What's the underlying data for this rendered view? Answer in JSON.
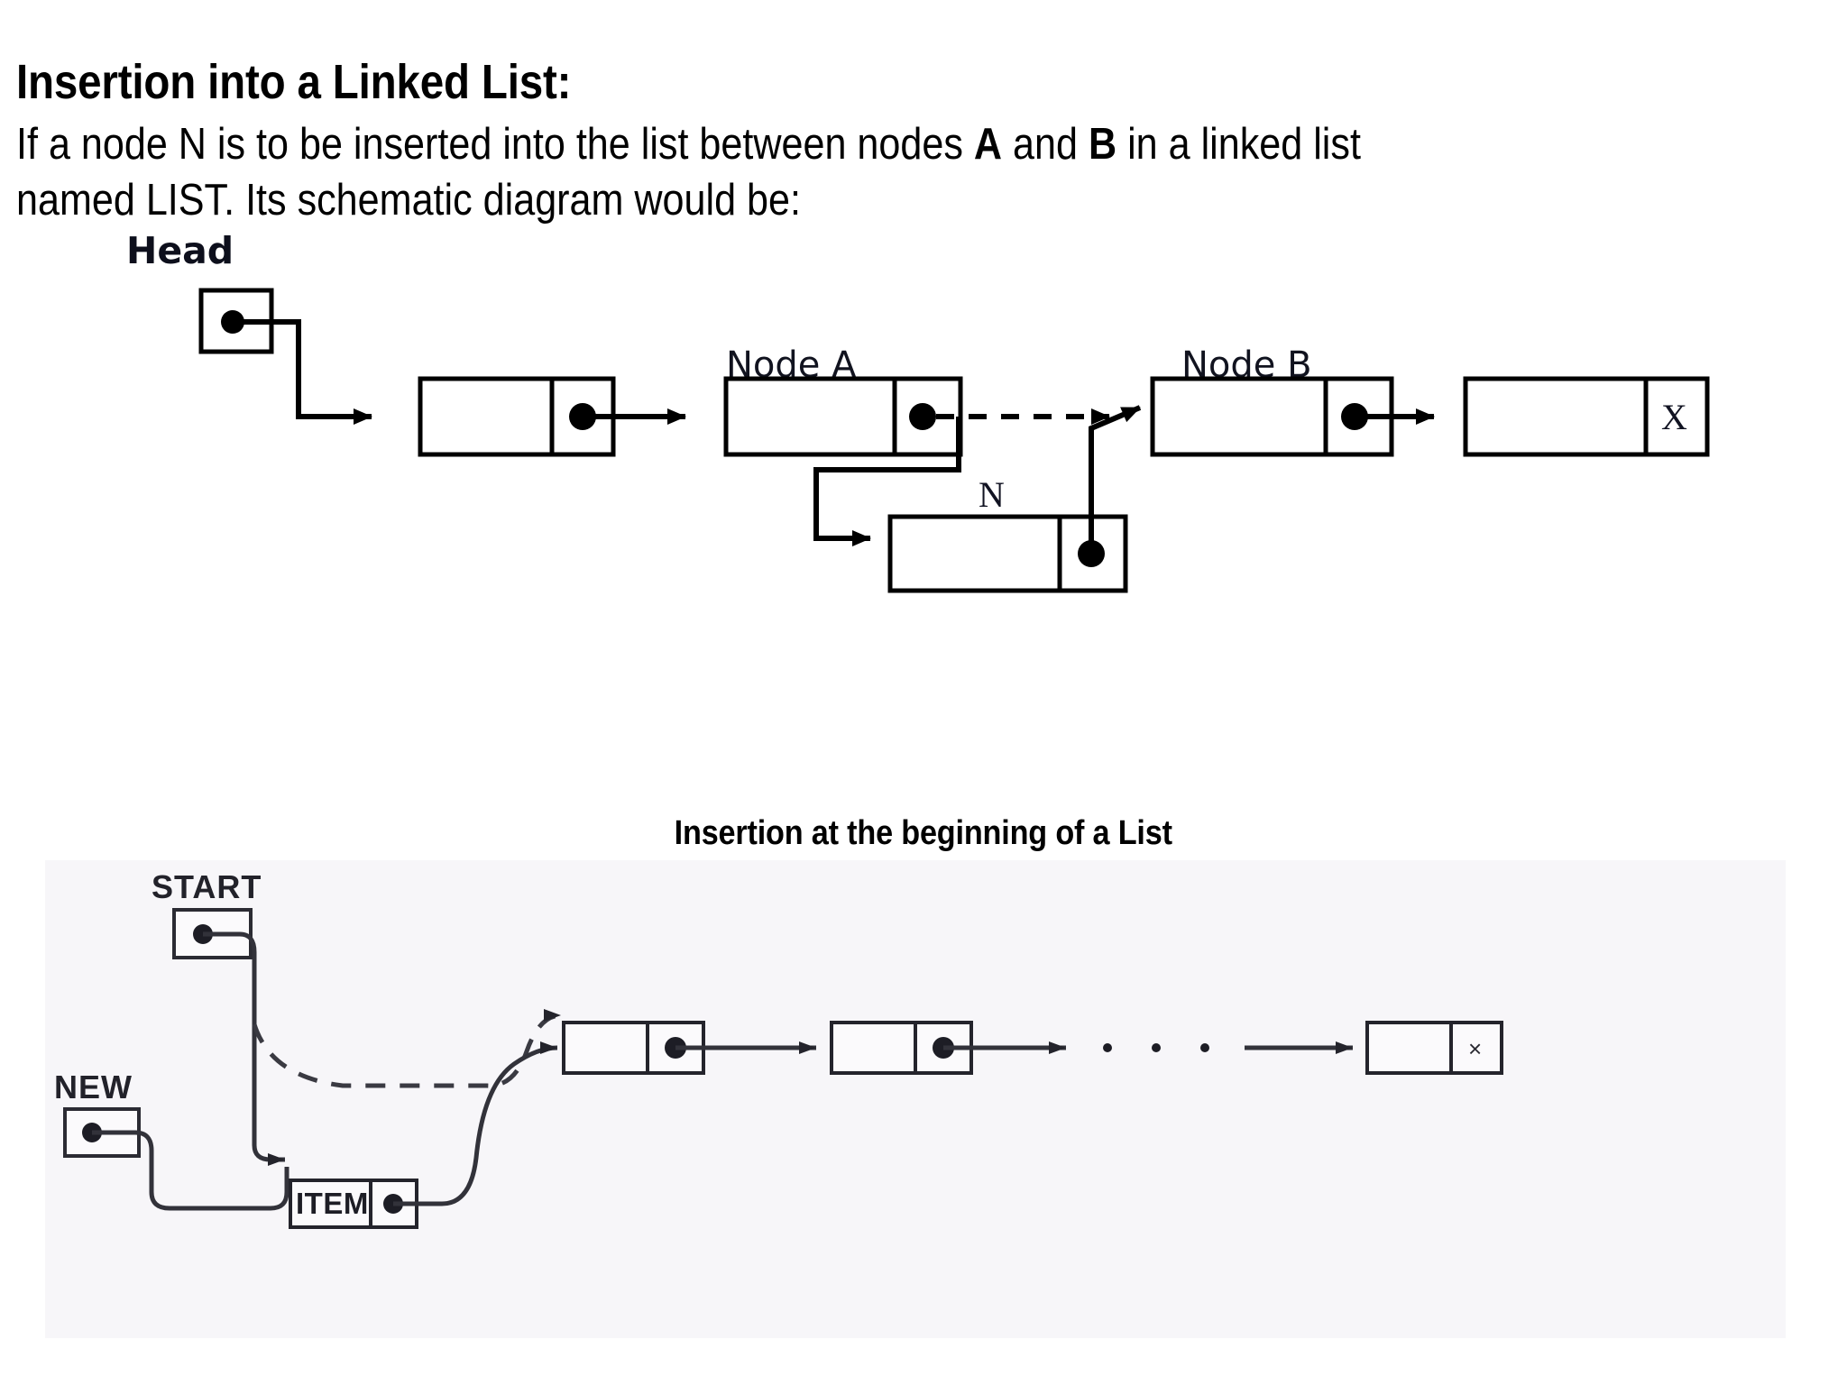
{
  "slide": {
    "title": "Insertion into a Linked List:",
    "paragraph_parts": [
      {
        "text": "If a node N is to be inserted into the list between nodes ",
        "bold": false
      },
      {
        "text": "A",
        "bold": true
      },
      {
        "text": " and ",
        "bold": false
      },
      {
        "text": "B",
        "bold": true
      },
      {
        "text": " in a linked list named LIST. Its schematic diagram would be:",
        "bold": false
      }
    ],
    "paragraph_plain": "If a node N is to be inserted into the list between nodes A and B in a linked list named LIST. Its schematic diagram would be:"
  },
  "figure_one": {
    "name": "insertion-between-nodes-schematic",
    "labels": {
      "head": "Head",
      "node_a": "Node A",
      "node_b": "Node B",
      "new_node": "N",
      "null_marker": "X"
    },
    "nodes": [
      {
        "id": "head-pointer-box",
        "label": "",
        "kind": "pointer-only"
      },
      {
        "id": "list-node-1",
        "label": "",
        "kind": "data-pointer"
      },
      {
        "id": "node-a",
        "label": "Node A",
        "kind": "data-pointer"
      },
      {
        "id": "node-b",
        "label": "Node B",
        "kind": "data-pointer"
      },
      {
        "id": "list-node-last",
        "label": "X",
        "kind": "data-null"
      },
      {
        "id": "new-node-n",
        "label": "N",
        "kind": "data-pointer"
      }
    ],
    "edges": [
      {
        "from": "head-pointer-box",
        "to": "list-node-1",
        "style": "solid"
      },
      {
        "from": "list-node-1",
        "to": "node-a",
        "style": "solid"
      },
      {
        "from": "node-a",
        "to": "node-b",
        "style": "dashed",
        "note": "old link being replaced"
      },
      {
        "from": "node-a",
        "to": "new-node-n",
        "style": "solid",
        "note": "new link A -> N"
      },
      {
        "from": "new-node-n",
        "to": "node-b",
        "style": "solid",
        "note": "new link N -> B"
      },
      {
        "from": "node-b",
        "to": "list-node-last",
        "style": "solid"
      }
    ]
  },
  "caption": "Insertion at the beginning of a List",
  "figure_two": {
    "name": "insertion-at-beginning-schematic",
    "labels": {
      "start": "START",
      "new": "NEW",
      "item": "ITEM",
      "null_marker": "×",
      "ellipsis": ". . ."
    },
    "nodes": [
      {
        "id": "start-pointer-box",
        "label": "START",
        "kind": "pointer-only"
      },
      {
        "id": "new-pointer-box",
        "label": "NEW",
        "kind": "pointer-only"
      },
      {
        "id": "item-node",
        "label": "ITEM",
        "kind": "data-pointer"
      },
      {
        "id": "list-node-1",
        "label": "",
        "kind": "data-pointer"
      },
      {
        "id": "list-node-2",
        "label": "",
        "kind": "data-pointer"
      },
      {
        "id": "list-node-last",
        "label": "×",
        "kind": "data-null"
      }
    ],
    "edges": [
      {
        "from": "start-pointer-box",
        "to": "list-node-1",
        "style": "dashed",
        "note": "old START link"
      },
      {
        "from": "start-pointer-box",
        "to": "item-node",
        "style": "solid",
        "note": "new START link"
      },
      {
        "from": "new-pointer-box",
        "to": "item-node",
        "style": "solid"
      },
      {
        "from": "item-node",
        "to": "list-node-1",
        "style": "solid"
      },
      {
        "from": "list-node-1",
        "to": "list-node-2",
        "style": "solid"
      },
      {
        "from": "list-node-2",
        "to": "list-node-last",
        "style": "solid",
        "note": "via ellipsis"
      }
    ]
  },
  "colors": {
    "page_background": "#ffffff",
    "figure_two_background": "#f7f6f9",
    "ink": "#000000",
    "scan_ink": "#22222a"
  }
}
